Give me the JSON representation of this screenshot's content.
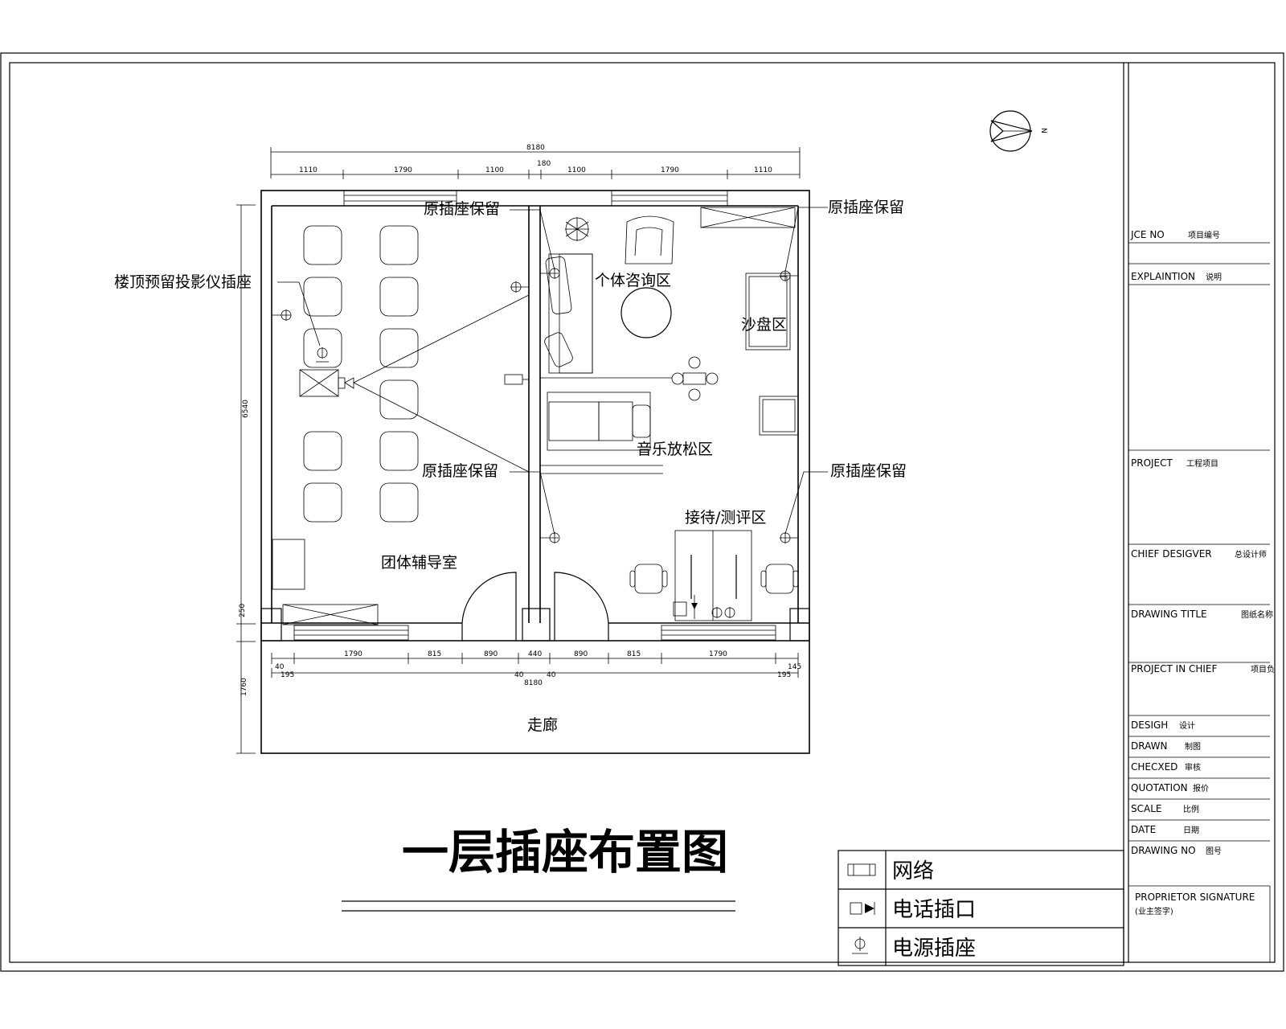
{
  "drawing": {
    "title": "一层插座布置图",
    "north_label": "N"
  },
  "rooms": {
    "group_room": "团体辅导室",
    "consult": "个体咨询区",
    "sandtable": "沙盘区",
    "music": "音乐放松区",
    "reception": "接待/测评区",
    "corridor": "走廊"
  },
  "callouts": {
    "projector": "楼顶预留投影仪插座",
    "keep_tl": "原插座保留",
    "keep_tr": "原插座保留",
    "keep_ml": "原插座保留",
    "keep_mr": "原插座保留"
  },
  "dimensions": {
    "top_total": "8180",
    "top_segments": [
      "1110",
      "1790",
      "1100",
      "180",
      "1100",
      "1790",
      "1110"
    ],
    "bottom_segments": [
      "1790",
      "815",
      "890",
      "440",
      "890",
      "815",
      "1790"
    ],
    "bottom_small": [
      "40",
      "195",
      "40",
      "40",
      "195",
      "145"
    ],
    "bottom_total": "8180",
    "left_height": "6540",
    "left_small": "250",
    "left_corridor": "1760"
  },
  "legend": [
    {
      "symbol": "network-socket-icon",
      "label": "网络"
    },
    {
      "symbol": "phone-socket-icon",
      "label": "电话插口"
    },
    {
      "symbol": "power-socket-icon",
      "label": "电源插座"
    }
  ],
  "title_block": {
    "rows": [
      {
        "en": "JCE NO",
        "cn": "项目编号"
      },
      {
        "en": "EXPLAINTION",
        "cn": "说明"
      },
      {
        "en": "PROJECT",
        "cn": "工程项目"
      },
      {
        "en": "CHIEF DESIGVER",
        "cn": "总设计师"
      },
      {
        "en": "DRAWING TITLE",
        "cn": "图纸名称"
      },
      {
        "en": "PROJECT IN CHIEF",
        "cn": "项目负"
      },
      {
        "en": "DESIGH",
        "cn": "设计"
      },
      {
        "en": "DRAWN",
        "cn": "制图"
      },
      {
        "en": "CHECXED",
        "cn": "审核"
      },
      {
        "en": "QUOTATION",
        "cn": "报价"
      },
      {
        "en": "SCALE",
        "cn": "比例"
      },
      {
        "en": "DATE",
        "cn": "日期"
      },
      {
        "en": "DRAWING NO",
        "cn": "图号"
      }
    ],
    "signature": "PROPRIETOR SIGNATURE",
    "signature_cn": "(业主签字)"
  }
}
